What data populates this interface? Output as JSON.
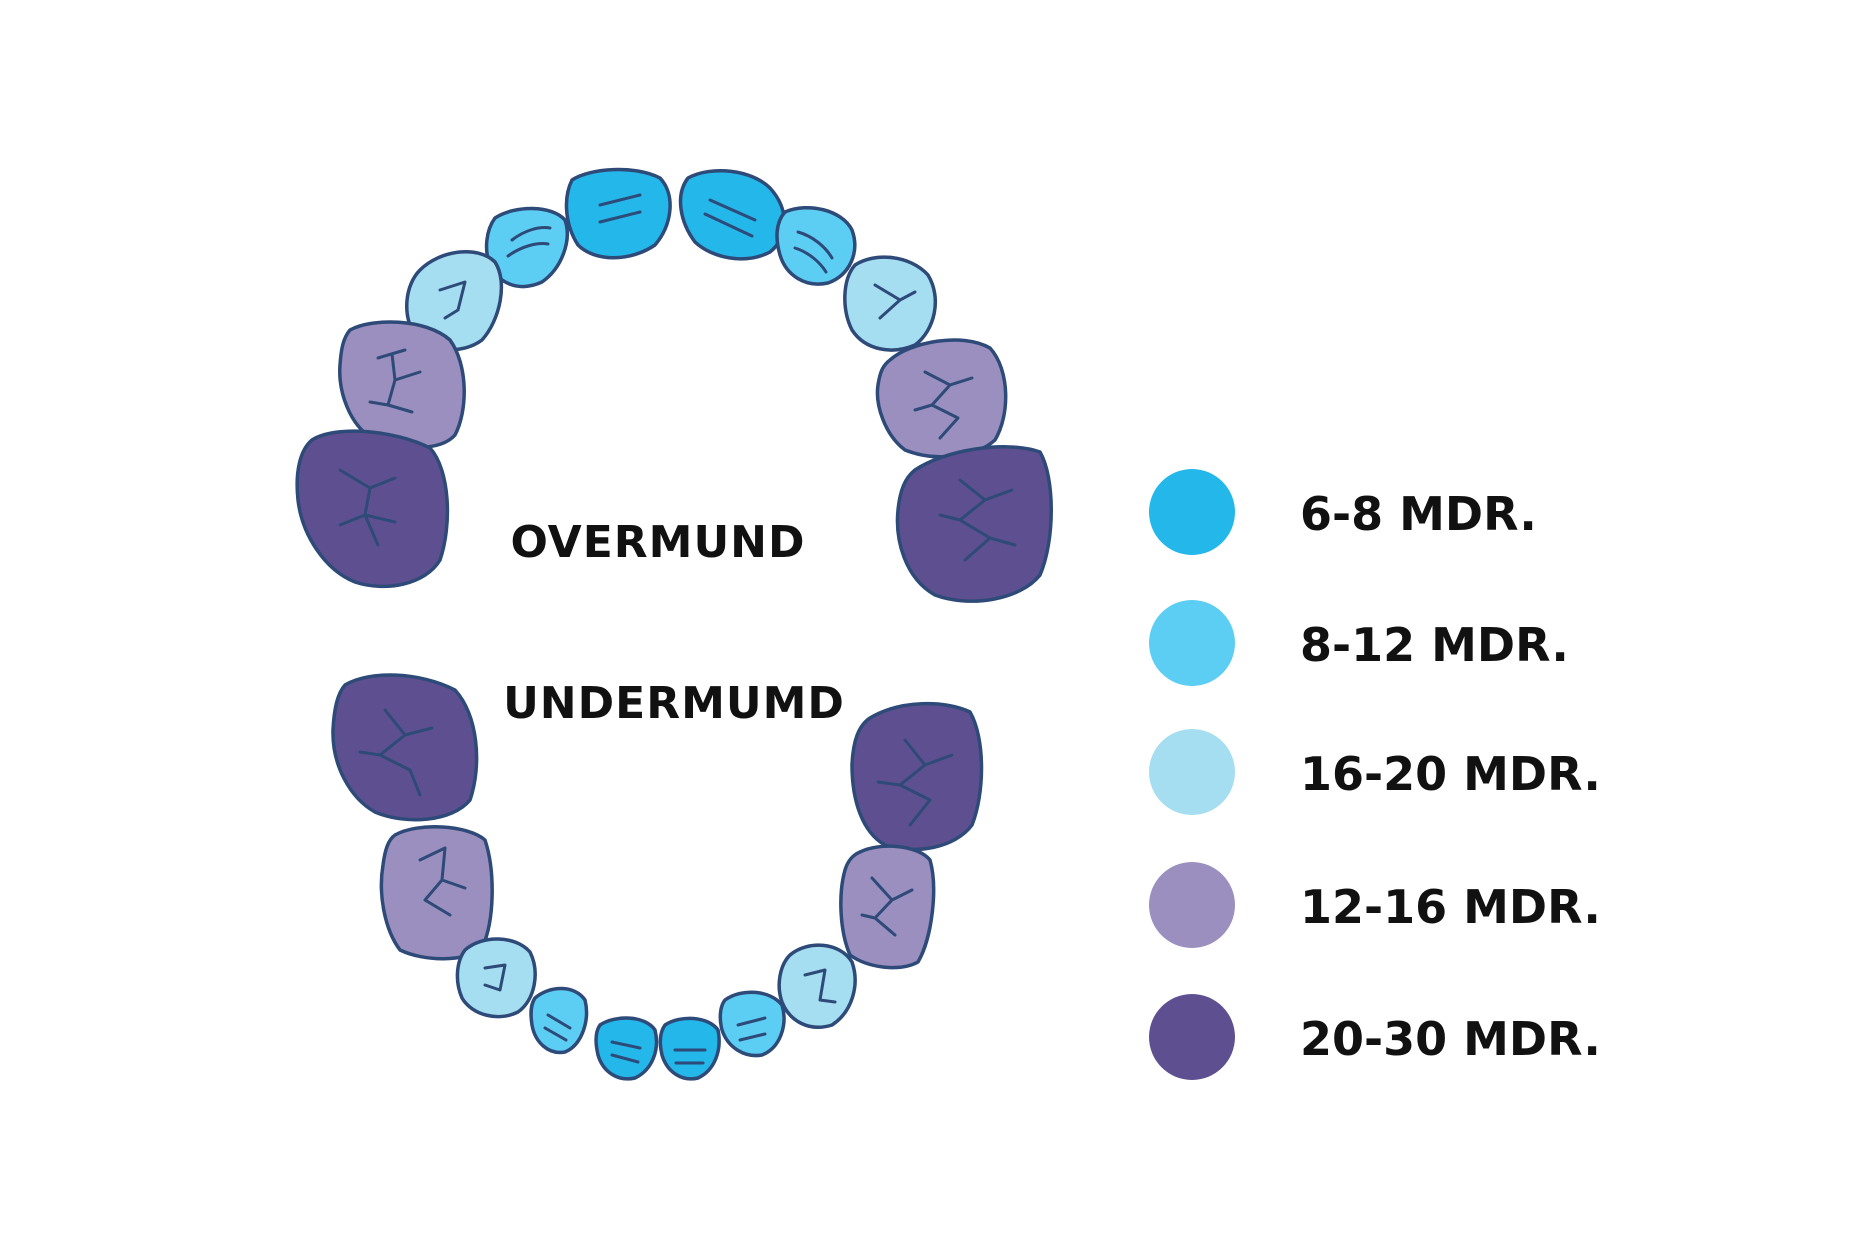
{
  "diagram": {
    "upper_label": "OVERMUND",
    "lower_label": "UNDERMUMD"
  },
  "legend": [
    {
      "label": "6-8 MDR.",
      "color": "#23b7ea"
    },
    {
      "label": "8-12 MDR.",
      "color": "#5ccdf3"
    },
    {
      "label": "16-20 MDR.",
      "color": "#a5ddf1"
    },
    {
      "label": "12-16 MDR.",
      "color": "#9a8fbe"
    },
    {
      "label": "20-30 MDR.",
      "color": "#5e5090"
    }
  ]
}
